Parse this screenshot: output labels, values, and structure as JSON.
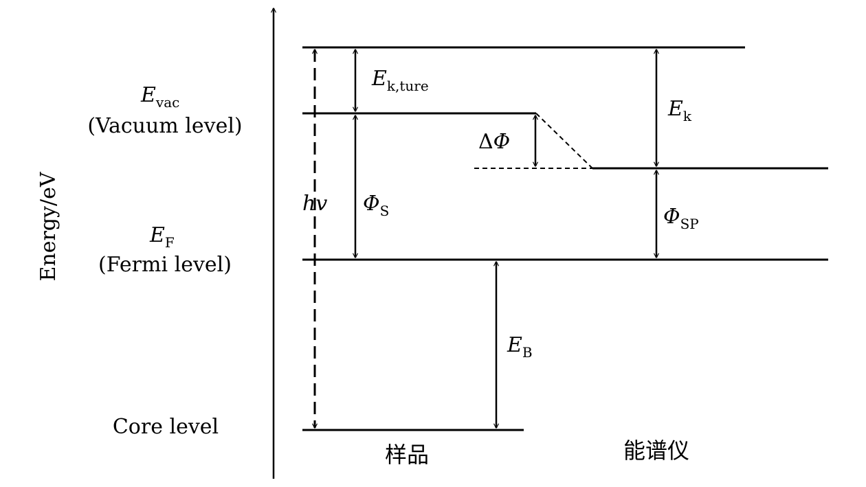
{
  "axis": {
    "label": "Energy/eV"
  },
  "levels": {
    "vacuum": {
      "symbol": "E",
      "sub": "vac",
      "name": "(Vacuum level)"
    },
    "fermi": {
      "symbol": "E",
      "sub": "F",
      "name": "(Fermi level)"
    },
    "core": {
      "name": "Core level"
    }
  },
  "quantities": {
    "hv": "hv",
    "ek_true": {
      "symbol": "E",
      "sub": "k,ture"
    },
    "phi_s": {
      "symbol": "Φ",
      "sub": "S"
    },
    "delta_phi": {
      "delta": "Δ",
      "symbol": "Φ"
    },
    "ek": {
      "symbol": "E",
      "sub": "k"
    },
    "phi_sp": {
      "symbol": "Φ",
      "sub": "SP"
    },
    "eb": {
      "symbol": "E",
      "sub": "B"
    }
  },
  "groups": {
    "sample": "样品",
    "spectrometer": "能谱仪"
  }
}
